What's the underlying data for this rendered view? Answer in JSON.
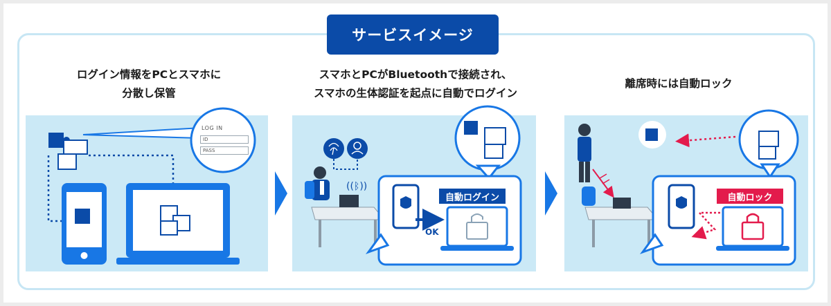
{
  "title": "サービスイメージ",
  "steps": [
    {
      "caption_line1": "ログイン情報をPCとスマホに",
      "caption_line2": "分散し保管"
    },
    {
      "caption_line1": "スマホとPCがBluetoothで接続され、",
      "caption_line2": "スマホの生体認証を起点に自動でログイン"
    },
    {
      "caption_line1": "離席時には自動ロック",
      "caption_line2": ""
    }
  ],
  "login_form": {
    "heading": "LOG IN",
    "id_field": "ID",
    "pass_field": "PASS"
  },
  "auto_login_label": "自動ログイン",
  "ok_label": "OK",
  "auto_lock_label": "自動ロック",
  "colors": {
    "accent": "#0b4ba8",
    "light_blue": "#cbe9f6",
    "bright_blue": "#1877e5",
    "lock_red": "#e31b4c"
  }
}
